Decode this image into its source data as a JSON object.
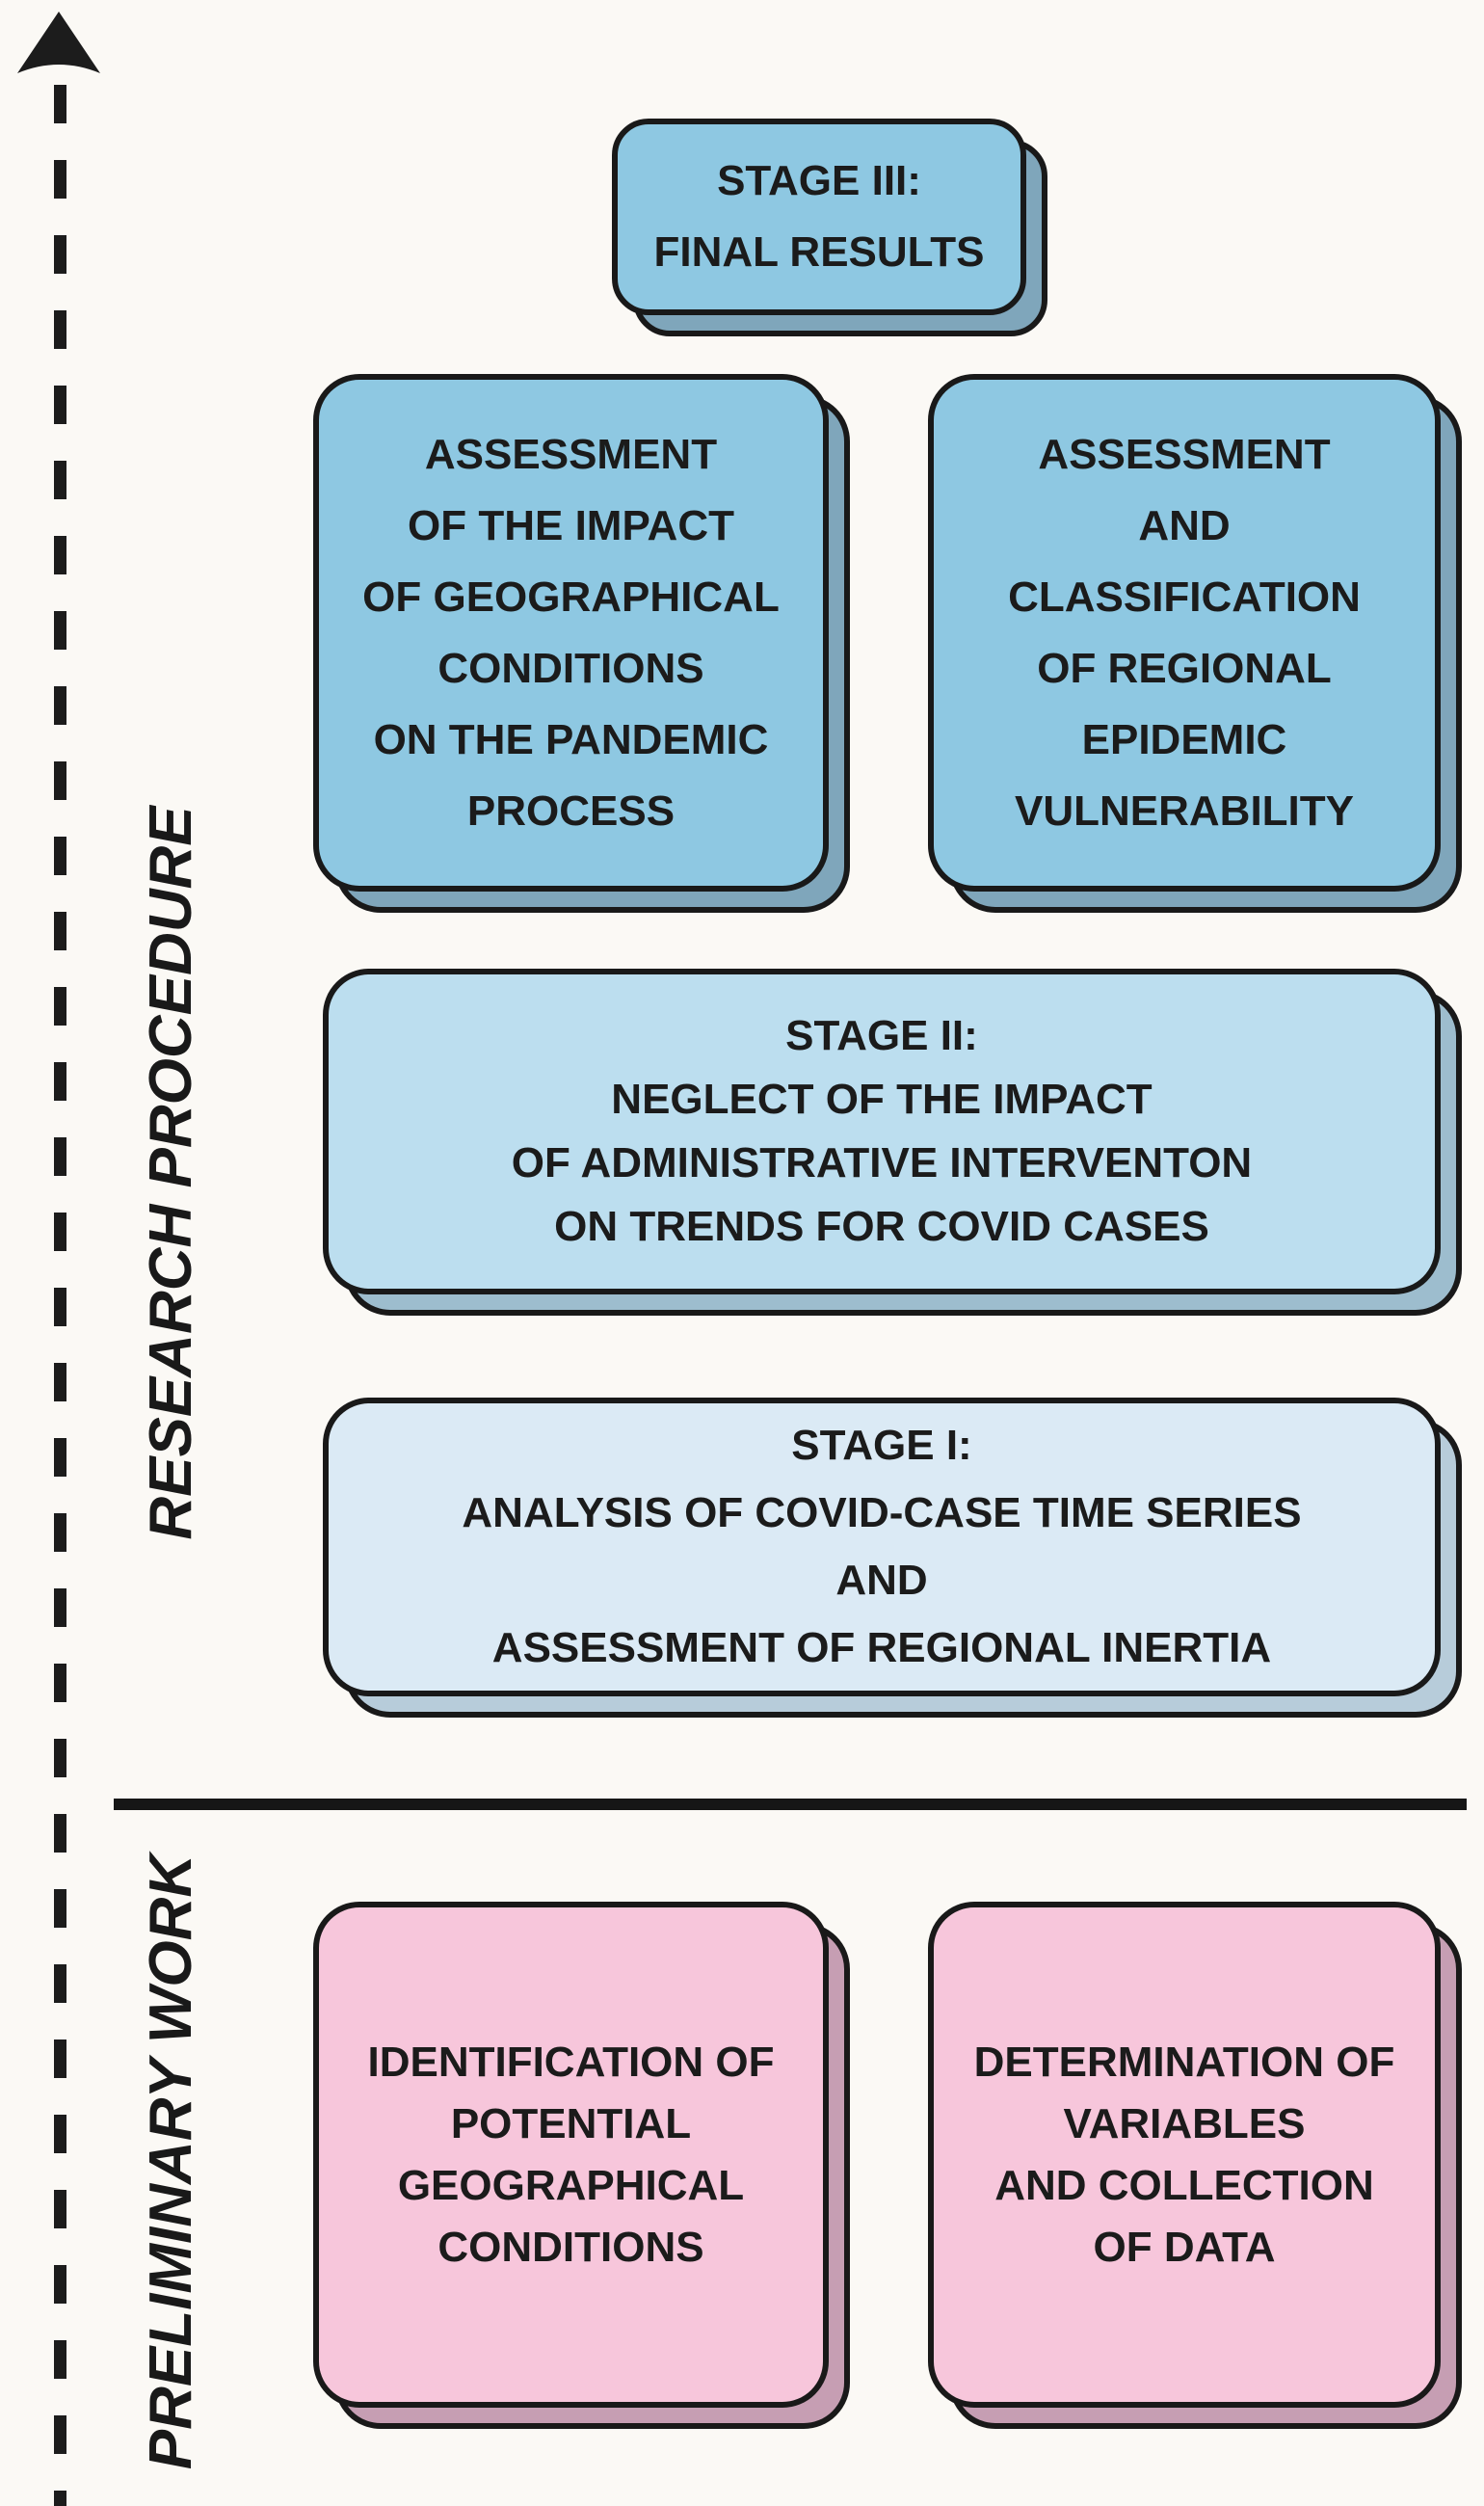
{
  "palette": {
    "background": "#FBF9F5",
    "ink": "#191919",
    "stage_blue_fill": "#8EC8E2",
    "stage_blue_shadow": "#7FA6BB",
    "stage2_fill": "#BCDEEF",
    "stage2_shadow": "#9DBDCE",
    "stage1_fill": "#DBEAF5",
    "stage1_shadow": "#B7CCDA",
    "pink_fill": "#F7C6DB",
    "pink_shadow": "#C69EB3"
  },
  "sections": {
    "research_procedure": {
      "label": "RESEARCH PROCEDURE"
    },
    "preliminary_work": {
      "label": "PRELIMINARY WORK"
    }
  },
  "boxes": {
    "stage3": {
      "label": "STAGE III:\nFINAL RESULTS",
      "fill": "#8EC8E2",
      "shadow": "#7FA6BB"
    },
    "impact": {
      "label": "ASSESSMENT\nOF THE IMPACT\nOF GEOGRAPHICAL\nCONDITIONS\nON THE PANDEMIC\nPROCESS",
      "fill": "#8EC8E2",
      "shadow": "#7FA6BB"
    },
    "classification": {
      "label": "ASSESSMENT\nAND\nCLASSIFICATION\nOF REGIONAL\nEPIDEMIC\nVULNERABILITY",
      "fill": "#8EC8E2",
      "shadow": "#7FA6BB"
    },
    "stage2": {
      "label": "STAGE II:\nNEGLECT OF THE IMPACT\nOF ADMINISTRATIVE INTERVENTON\nON TRENDS FOR COVID CASES",
      "fill": "#BCDEEF",
      "shadow": "#9DBDCE"
    },
    "stage1": {
      "label": "STAGE I:\nANALYSIS OF COVID-CASE TIME SERIES\nAND\nASSESSMENT OF REGIONAL INERTIA",
      "fill": "#DBEAF5",
      "shadow": "#B7CCDA"
    },
    "identification": {
      "label": "IDENTIFICATION OF\nPOTENTIAL\nGEOGRAPHICAL\nCONDITIONS",
      "fill": "#F7C6DB",
      "shadow": "#C69EB3"
    },
    "determination": {
      "label": "DETERMINATION OF\nVARIABLES\nAND COLLECTION\nOF DATA",
      "fill": "#F7C6DB",
      "shadow": "#C69EB3"
    }
  }
}
